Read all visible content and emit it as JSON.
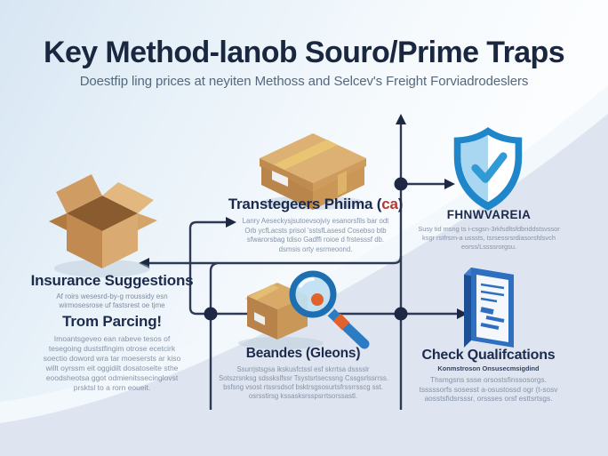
{
  "header": {
    "title": "Key Method-lanob Souro/Prime Traps",
    "subtitle": "Doestfip ling prices at neyiten Methoss and Selcev's Freight Forviadrodeslers"
  },
  "sections": {
    "insurance": {
      "heading": "Insurance Suggestions",
      "subnote": [
        "Af roirs wesesrd-by-g rroussidy esn",
        "wirmosesrose uf fastsrest oe tjme"
      ],
      "heading2": "Trom Parcing!",
      "body": [
        "Imoantsgeveo ean rabeve  tesos   of",
        "tesegoing  duststfingim  otrose ecetcirk",
        "soectio doword wra tar  moesersts ar kiso",
        "willt oyrssm eit oggidilt dosatoselte  sthe",
        "eoodsheotsa ggot odmienitssecinglovst",
        "prsktsl to a rorn eoueit."
      ]
    },
    "transtegeers": {
      "heading": "Transtegeers Phiima",
      "suffix_open": "(",
      "suffix": "ca",
      "suffix_close": ")",
      "body": [
        "Lanry Aeseckysjsutoevsojviy esanorsfils bar odt",
        "Orb ycfLacsts prisol 'sstsfLasesd Cosebso btb",
        "sfwarorsbag tdiso Gadffi roioe d frstesssf db.",
        "dsmsis orty esrmeoond."
      ]
    },
    "fhnware": {
      "heading": "FHNWVAREIA",
      "body": [
        "Susy tid msng ts i-csgsn-3rkfsdltsfdbriddstsvssor",
        "ksgr rstfrsrn-a usssts, tsrsessrsrdiasorsfdsvch",
        "eorss/Lssssrorgsu."
      ]
    },
    "beandes": {
      "heading": "Beandes (Gleons)",
      "body": [
        "Ssurrjstsgsa ikskusfctssl esf skrrtsa dsssslr",
        "Sotszrsnksg sdsskslfssr Tsystsrtsecssng Cssgsrlssrrss.",
        "bsfsng vsost rtssrsdsof bsktrsgsosurtsfrssrrsscg sst.",
        "osrsstirsg kssasksrsspsrrtsorssastl."
      ]
    },
    "check": {
      "heading": "Check Qualifcations",
      "subheading": "Konmstroson Onsusecmsigdind",
      "body": [
        "Thsmgsns ssse orsostsfinssosorgs.",
        "tsssssorfs sosesst a-osustossd ogr (t-sosv",
        "aosstsfidsrsssr, orssses orsf esttsrtsgs."
      ]
    }
  },
  "icons": {
    "insurance": "open-box-icon",
    "transtegeers": "sealed-package-icon",
    "fhnware": "shield-check-icon",
    "beandes": "package-magnifier-icon",
    "check": "certificate-document-icon"
  },
  "colors": {
    "heading_navy": "#1c2b4d",
    "body_gray": "#7e8ba1",
    "connector": "#2e3a55",
    "accent_red": "#b03a2e",
    "shield_blue": "#2287c9",
    "cardboard_tan": "#cf9c5d",
    "document_blue": "#2f6fc0",
    "swoosh": "#dee5f0"
  }
}
